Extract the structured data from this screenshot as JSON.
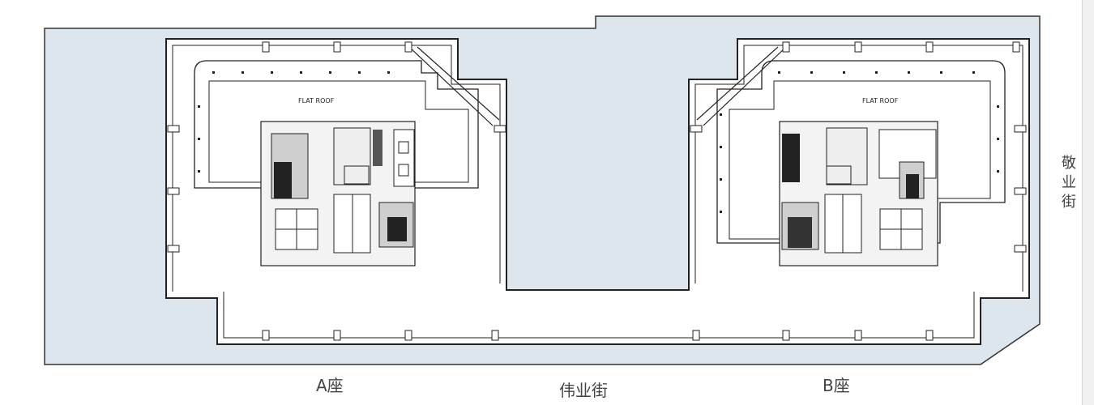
{
  "labels": {
    "tower_a": "A座",
    "tower_b": "B座",
    "street_bottom": "伟业街",
    "street_right": "敬业街",
    "roof_a": "FLAT ROOF",
    "roof_b": "FLAT ROOF"
  },
  "colors": {
    "site": "#dde6ec",
    "floor": "#ffffff",
    "line": "#222222",
    "core": "#dddddd",
    "text": "#444444"
  }
}
